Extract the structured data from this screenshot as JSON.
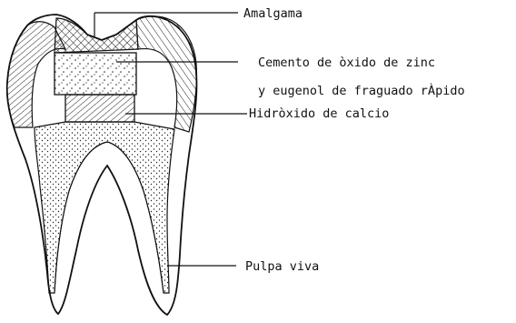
{
  "labels": {
    "amalgama": "Amalgama",
    "cemento_line1": "Cemento de òxido de zinc",
    "cemento_line2": "y eugenol de fraguado rÀpido",
    "hidroxido": "Hidròxido de calcio",
    "pulpa": "Pulpa viva"
  },
  "colors": {
    "ink": "#111111",
    "background": "#ffffff"
  }
}
